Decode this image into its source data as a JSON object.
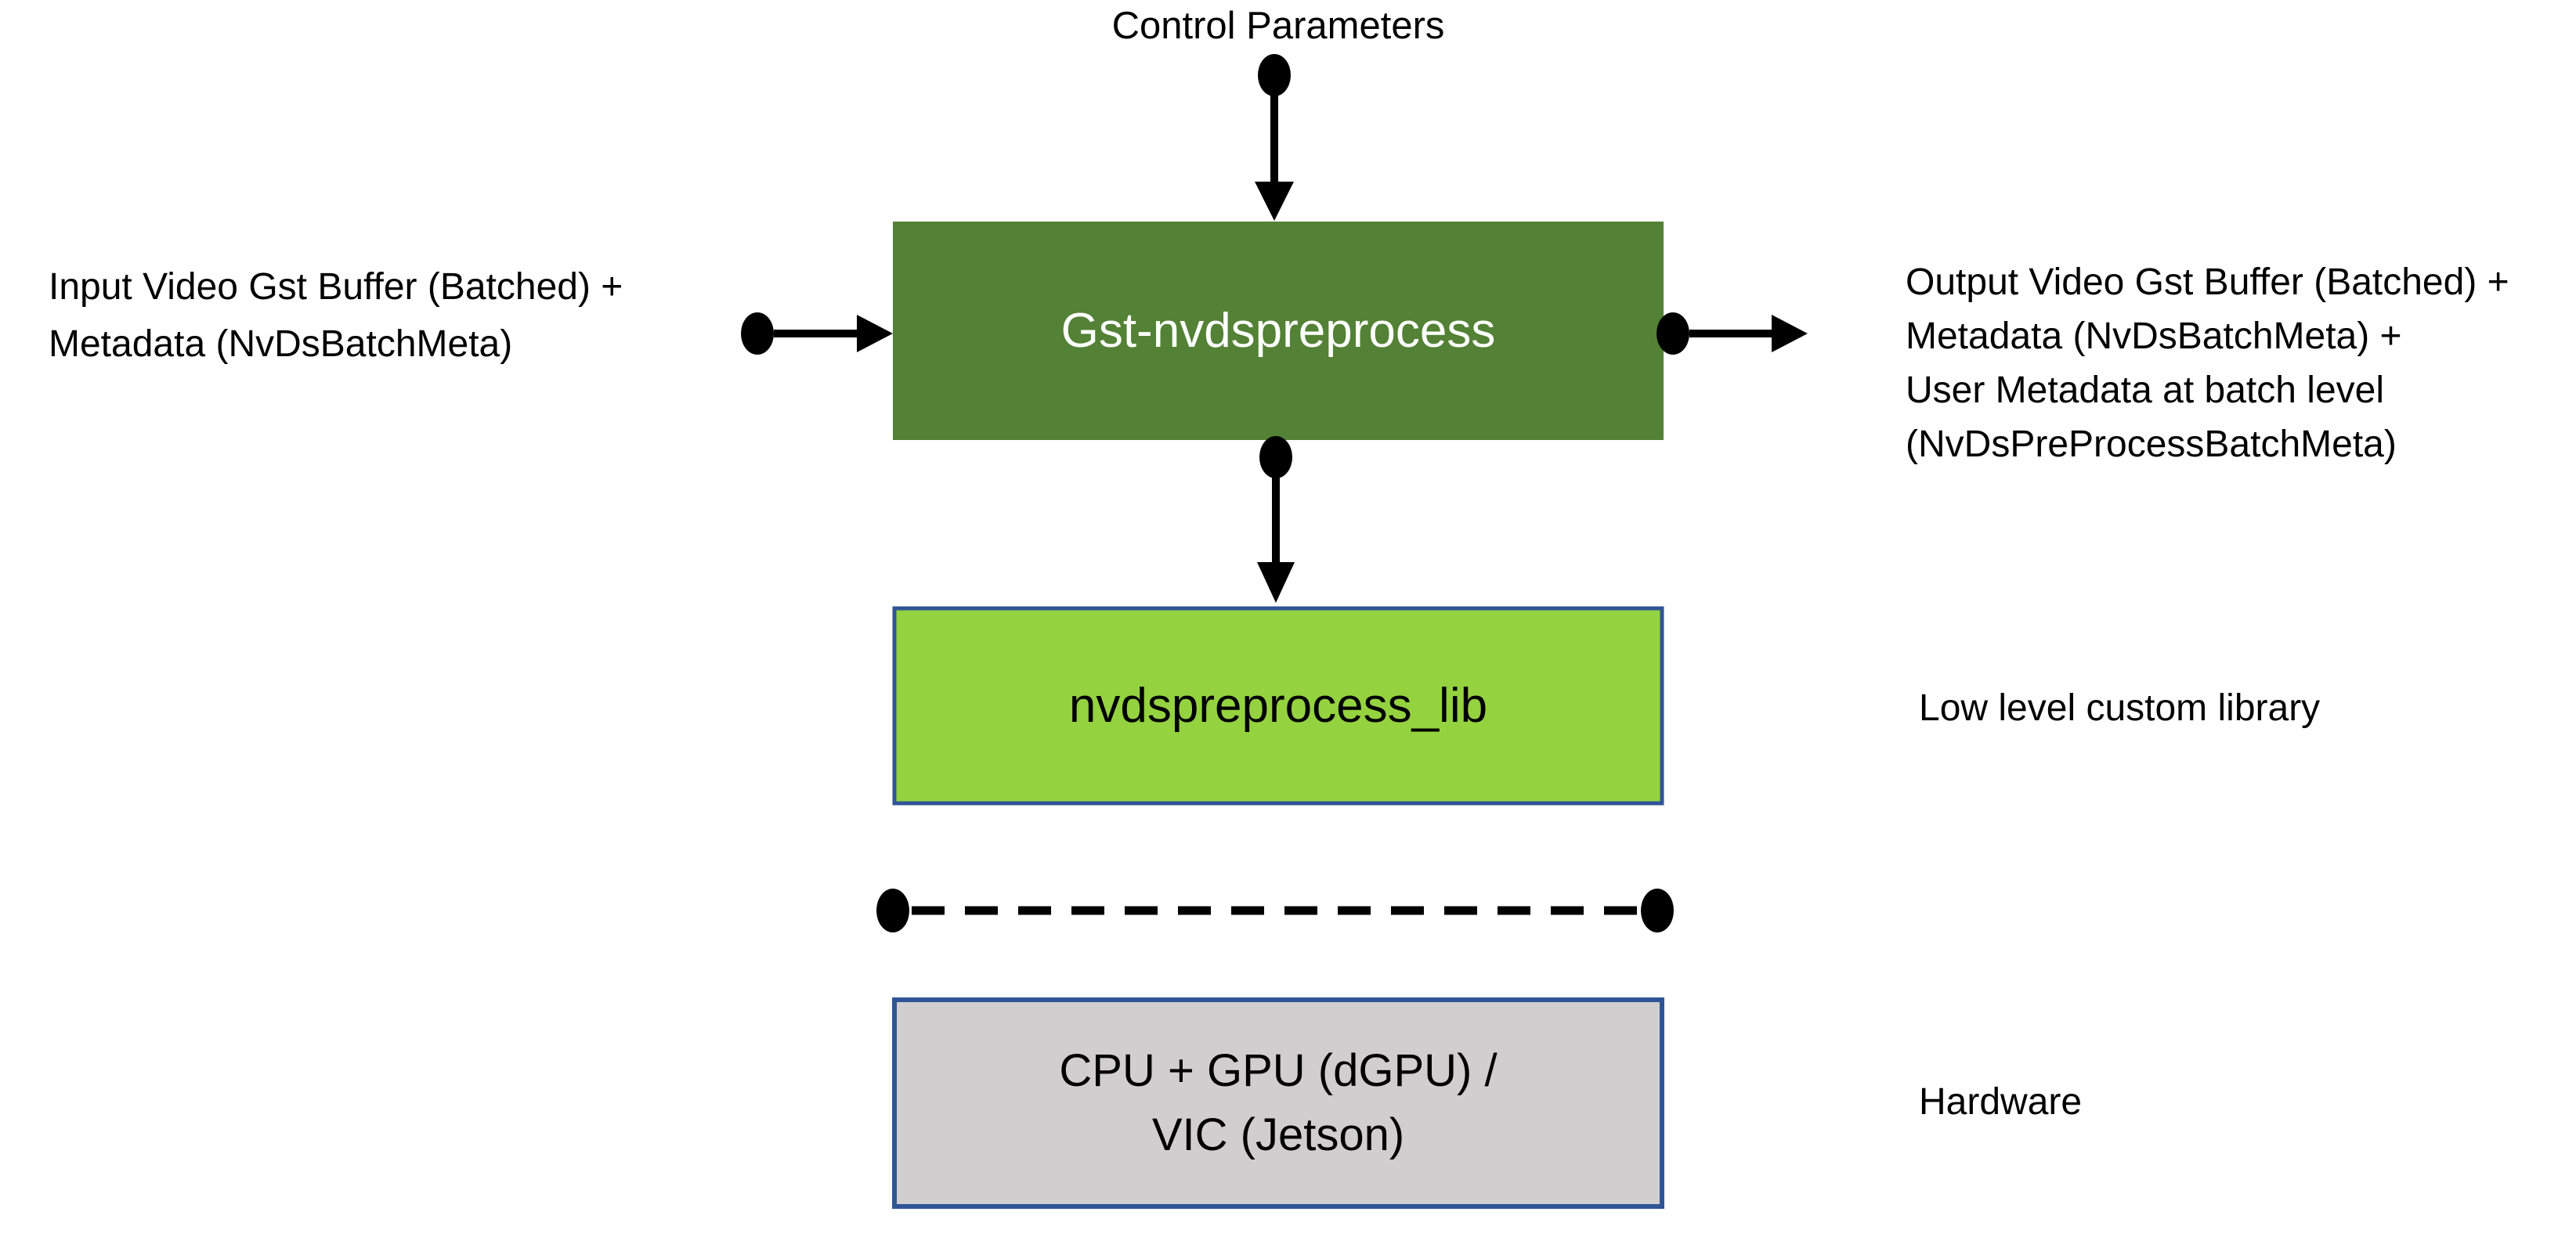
{
  "diagram": {
    "control_parameters_label": "Control Parameters",
    "plugin_box": {
      "label": "Gst-nvdspreprocess"
    },
    "lib_box": {
      "label": "nvdspreprocess_lib"
    },
    "hardware_box": {
      "line1": "CPU + GPU (dGPU) /",
      "line2": "VIC (Jetson)"
    },
    "input_label": {
      "line1": "Input Video Gst Buffer (Batched) +",
      "line2": "Metadata (NvDsBatchMeta)"
    },
    "output_label": {
      "line1": "Output Video Gst Buffer (Batched) +",
      "line2": "Metadata (NvDsBatchMeta) +",
      "line3": "User Metadata at batch level",
      "line4": "(NvDsPreProcessBatchMeta)"
    },
    "lib_annotation": "Low level custom library",
    "hardware_annotation": "Hardware",
    "colors": {
      "plugin_box_fill": "#538135",
      "plugin_box_text": "#FFFFFF",
      "lib_box_fill": "#95D23F",
      "hardware_box_fill": "#D0CECE",
      "box_border": "#2F5597",
      "connector": "#000000",
      "text": "#000000"
    }
  }
}
